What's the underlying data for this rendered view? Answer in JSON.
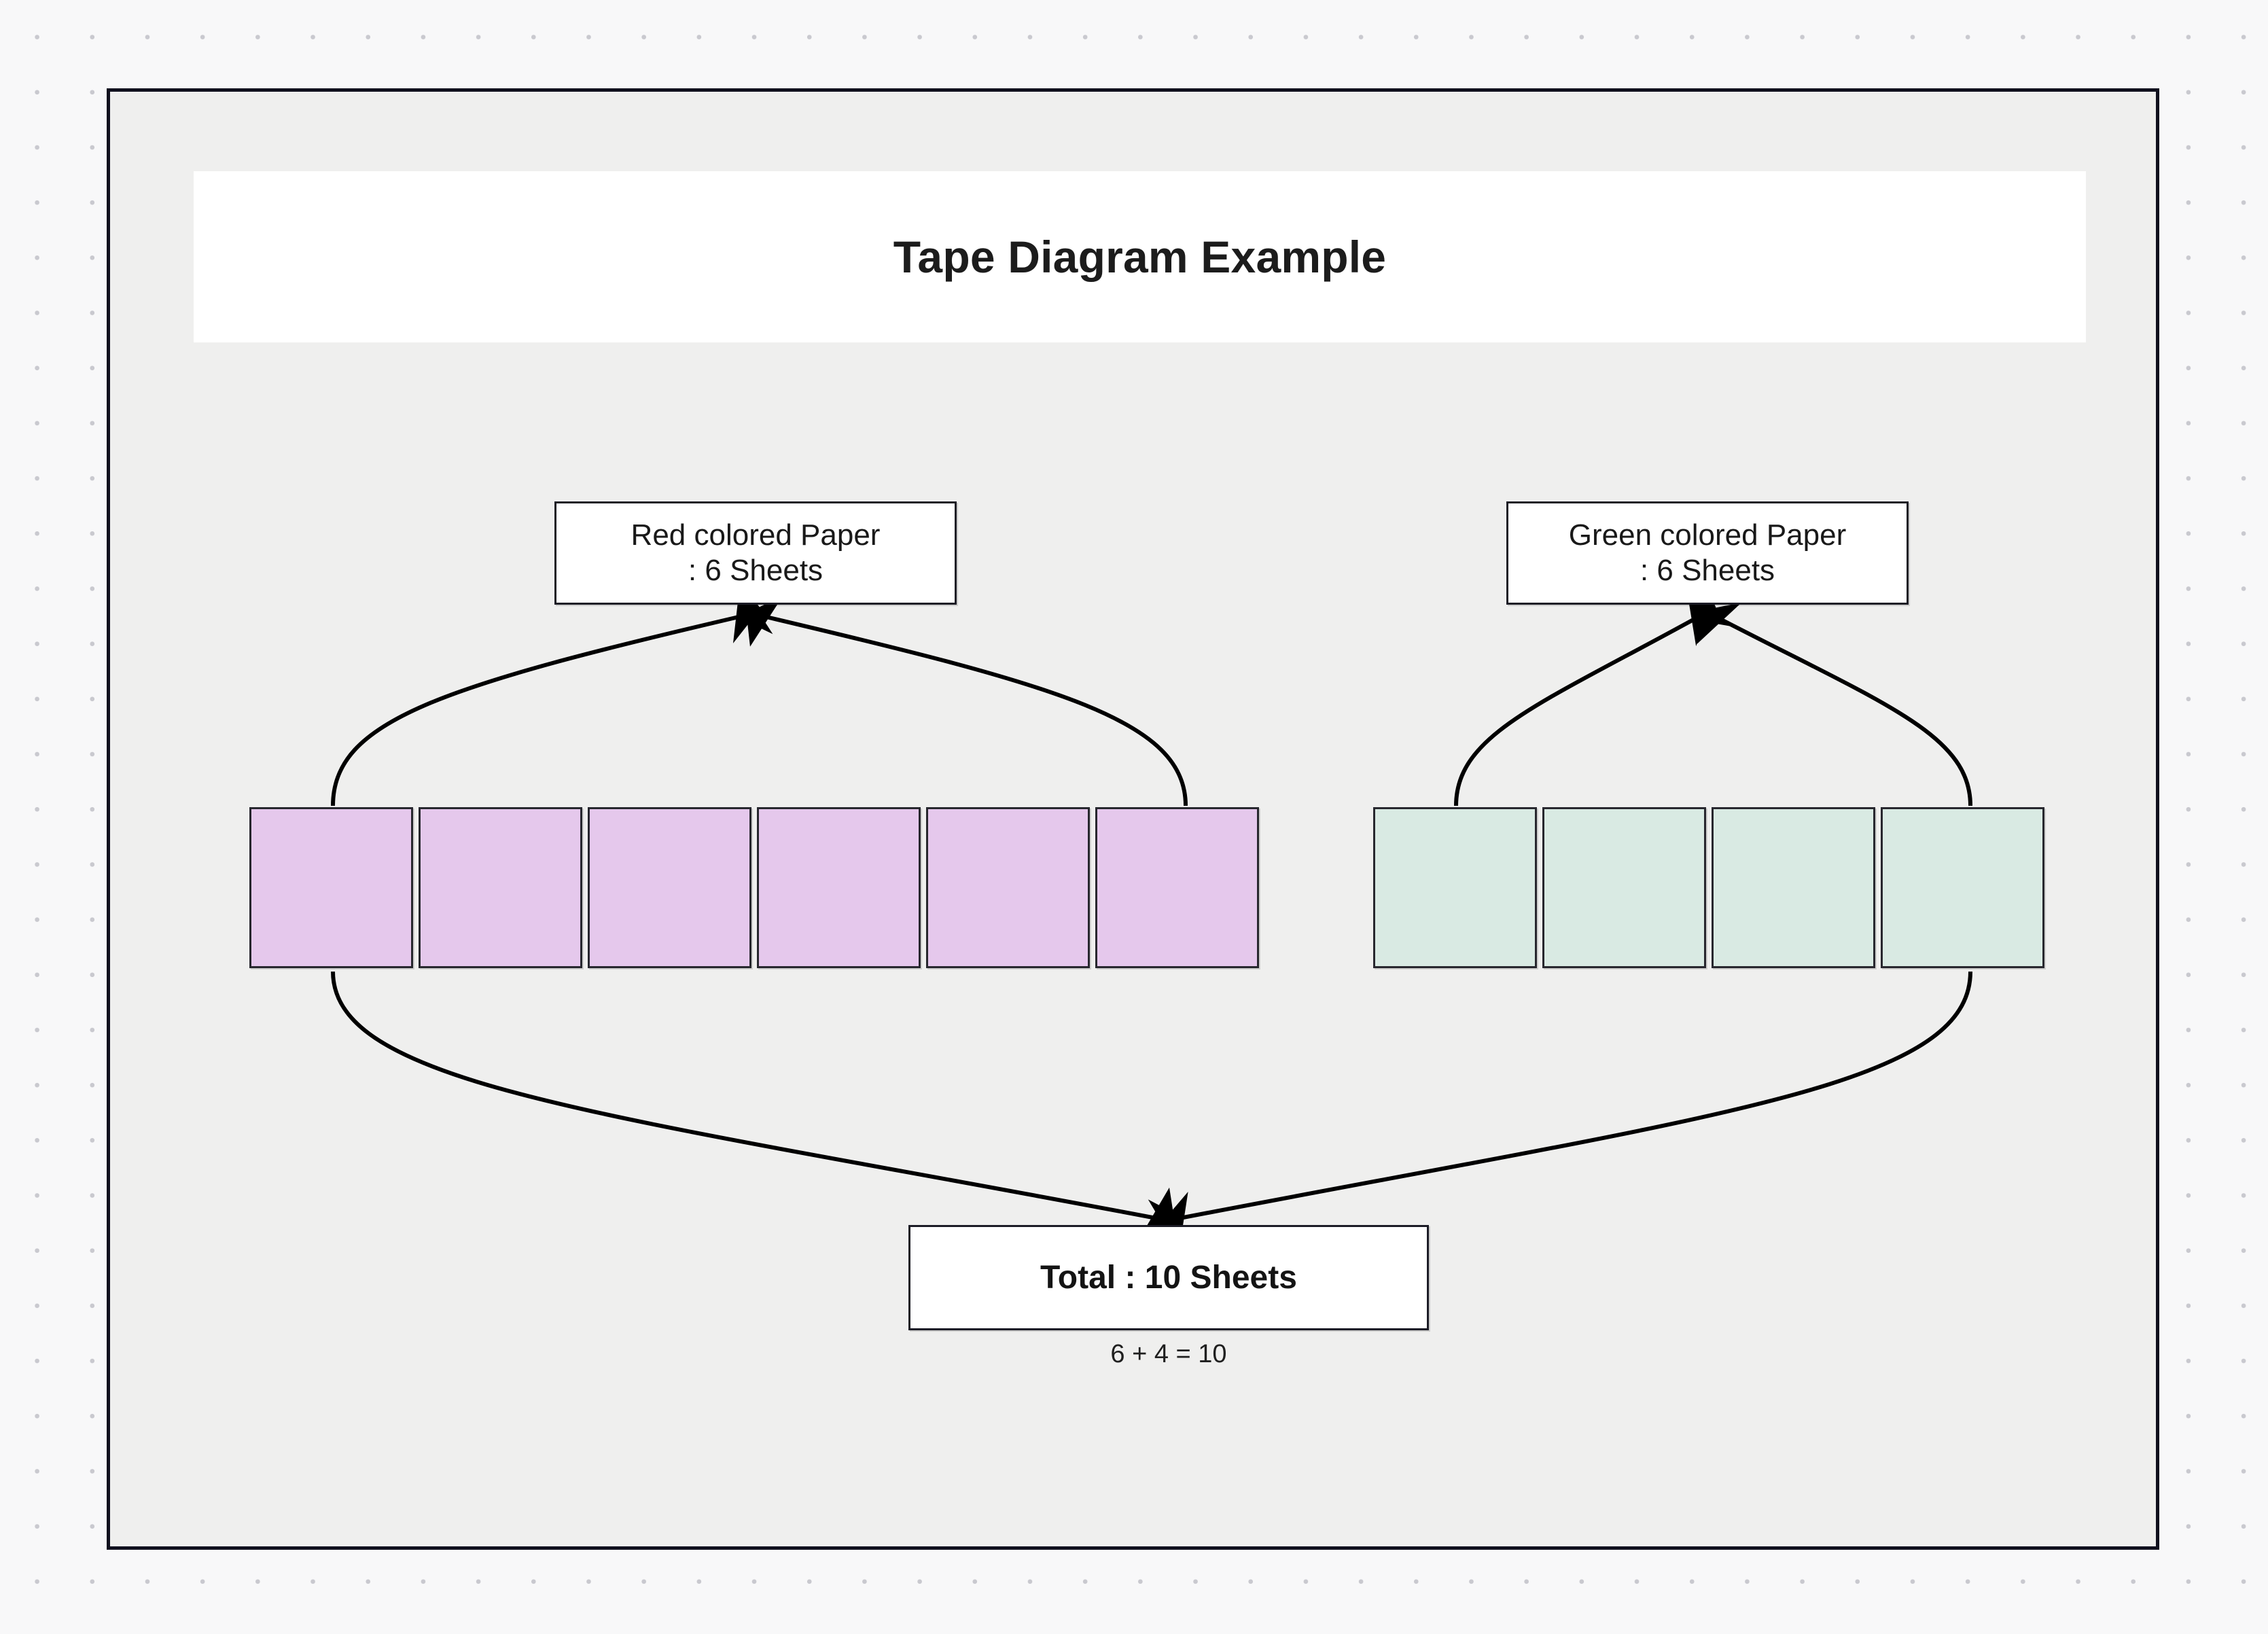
{
  "title": {
    "text": "Tape Diagram Example"
  },
  "groups": [
    {
      "id": "red",
      "label_line1": "Red colored Paper",
      "label_line2": ": 6 Sheets",
      "segment_count": 6,
      "value": 6,
      "fill_color": "#e5c8ec",
      "stroke_color": "#27272e"
    },
    {
      "id": "green",
      "label_line1": "Green colored Paper",
      "label_line2": ": 6 Sheets",
      "segment_count": 4,
      "value": 4,
      "fill_color": "#d9eae3",
      "stroke_color": "#27272e"
    }
  ],
  "total": {
    "label": "Total : 10 Sheets",
    "equation": "6 + 4 = 10",
    "value": 10
  },
  "canvas": {
    "background_color": "#efefee",
    "border_color": "#10101e",
    "page_background_color": "#f8f8f9",
    "dot_color": "#c9c9cf"
  },
  "chart_data": {
    "type": "bar",
    "title": "Tape Diagram Example",
    "categories": [
      "Red colored Paper",
      "Green colored Paper"
    ],
    "values": [
      6,
      4
    ],
    "unit": "Sheets",
    "total": 10,
    "equation": "6 + 4 = 10",
    "xlabel": "",
    "ylabel": "",
    "legend": []
  }
}
